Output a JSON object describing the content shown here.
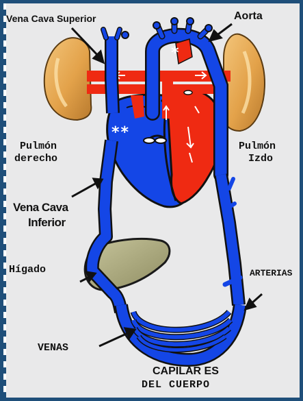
{
  "labels": {
    "vena_cava_superior": "Vena Cava  Superior",
    "aorta": "Aorta",
    "pulmon_derecho_1": "Pulmón",
    "pulmon_derecho_2": "derecho",
    "pulmon_izdo_1": "Pulmón",
    "pulmon_izdo_2": "Izdo",
    "vena_cava_inferior_1": "Vena Cava",
    "vena_cava_inferior_2": "Inferior",
    "higado": "Hígado",
    "arterias": "ARTERIAS",
    "venas": "VENAS",
    "capilares_1": "CAPILAR ES",
    "capilares_2": "DEL CUERPO"
  },
  "markers": {
    "single": "*",
    "double": "**"
  },
  "colors": {
    "background": "#e9e9ea",
    "frame": "#1f4f7a",
    "vein_blue": "#1446e6",
    "artery_red": "#ef2a12",
    "lung": "#e3a24a",
    "liver": "#a9a779"
  }
}
